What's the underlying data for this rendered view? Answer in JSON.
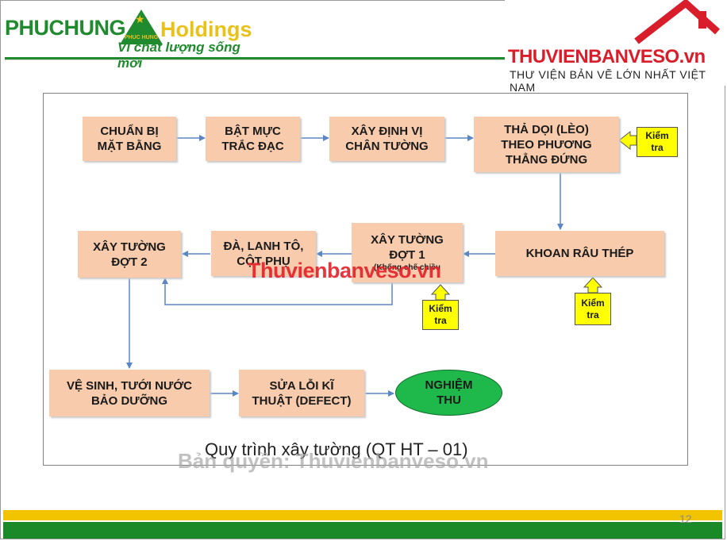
{
  "header": {
    "brand_name_part1": "PHUCHUNG",
    "brand_logo_label": "PHUC HUNG",
    "brand_name_part2": "Holdings",
    "brand_slogan": "Vì chất lượng sống mới",
    "site_logo_text": "THUVIENBANVESO.vn",
    "site_tagline": "THƯ VIỆN BẢN VẼ LỚN NHẤT VIỆT NAM"
  },
  "diagram": {
    "steps": [
      {
        "id": "s1",
        "lines": [
          "CHUẨN BỊ",
          "MẶT BẰNG"
        ]
      },
      {
        "id": "s2",
        "lines": [
          "BẬT MỰC",
          "TRẮC ĐẠC"
        ]
      },
      {
        "id": "s3",
        "lines": [
          "XÂY ĐỊNH VỊ",
          "CHÂN TƯỜNG"
        ]
      },
      {
        "id": "s4",
        "lines": [
          "THẢ DỌI (LÈO)",
          "THEO PHƯƠNG",
          "THẲNG ĐỨNG"
        ]
      },
      {
        "id": "s5",
        "lines": [
          "KHOAN RÂU THÉP"
        ]
      },
      {
        "id": "s6",
        "lines": [
          "XÂY TƯỜNG",
          "ĐỢT 1"
        ],
        "note": "(Khống chế chiều"
      },
      {
        "id": "s7",
        "lines": [
          "ĐÀ, LANH TÔ,",
          "CỘT PHỤ"
        ]
      },
      {
        "id": "s8",
        "lines": [
          "XÂY TƯỜNG",
          "ĐỢT 2"
        ]
      },
      {
        "id": "s9",
        "lines": [
          "VỆ SINH, TƯỚI NƯỚC",
          "BẢO DƯỠNG"
        ]
      },
      {
        "id": "s10",
        "lines": [
          "SỬA LỖI KĨ",
          "THUẬT (DEFECT)"
        ]
      }
    ],
    "end_step": {
      "lines": [
        "NGHIỆM",
        "THU"
      ]
    },
    "check_label_lines": [
      "Kiểm",
      "tra"
    ],
    "caption": "Quy trình xây tường (QT HT – 01)"
  },
  "watermarks": {
    "center": "Thuvienbanveso.vn",
    "bottom": "Bản quyền: Thuvienbanveso.vn"
  },
  "footer": {
    "page_number": "12"
  },
  "colors": {
    "step_fill": "#f7cbac",
    "end_fill": "#1fb84a",
    "check_fill": "#ffff00",
    "arrow": "#5b86c4",
    "brand_green": "#1f8a2e",
    "brand_yellow": "#f2c400",
    "site_red": "#d81e2b"
  }
}
